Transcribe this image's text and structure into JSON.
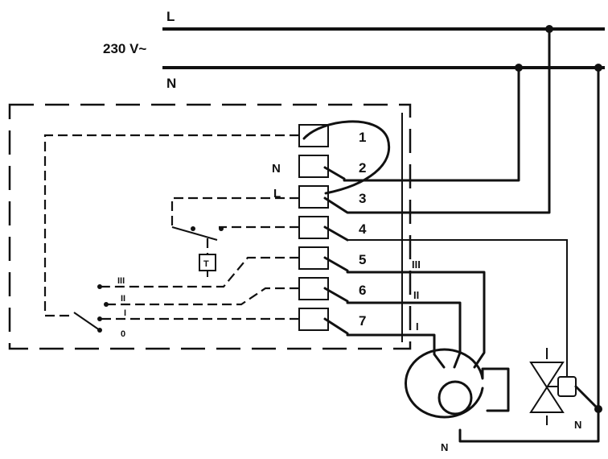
{
  "supply": {
    "voltage_label": "230 V~",
    "line_label": "L",
    "neutral_label": "N"
  },
  "terminals": [
    {
      "number": "1",
      "side_label": ""
    },
    {
      "number": "2",
      "side_label": "N"
    },
    {
      "number": "3",
      "side_label": "L"
    },
    {
      "number": "4",
      "side_label": ""
    },
    {
      "number": "5",
      "side_label": ""
    },
    {
      "number": "6",
      "side_label": ""
    },
    {
      "number": "7",
      "side_label": ""
    }
  ],
  "fan_speeds": [
    {
      "label": "III"
    },
    {
      "label": "II"
    },
    {
      "label": "I"
    }
  ],
  "internal": {
    "thermostat_label": "T",
    "switch_labels": [
      "III",
      "II",
      "I",
      "0"
    ]
  },
  "components": {
    "fan_neutral_label": "N",
    "valve_neutral_label": "N"
  }
}
